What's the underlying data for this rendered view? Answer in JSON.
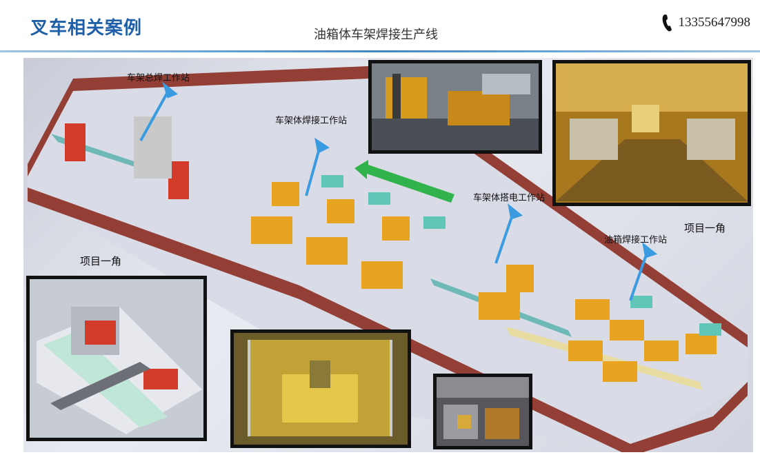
{
  "header": {
    "brand": "叉车相关案例",
    "subtitle": "油箱体车架焊接生产线",
    "phone_icon": "phone-icon",
    "phone": "13355647998"
  },
  "labels": {
    "frame_total_weld": "车架总焊工作站",
    "frame_body_weld": "车架体焊接工作站",
    "frame_body_tack": "车架体搭电工作站",
    "tank_weld": "油箱焊接工作站",
    "project_corner_left": "项目一角",
    "project_corner_right": "项目一角"
  },
  "colors": {
    "brand": "#1f5fa8",
    "fence": "#8b2d22",
    "robot": "#e8a420",
    "arrow_blue": "#3a9be0",
    "arrow_green": "#2fb34a"
  }
}
